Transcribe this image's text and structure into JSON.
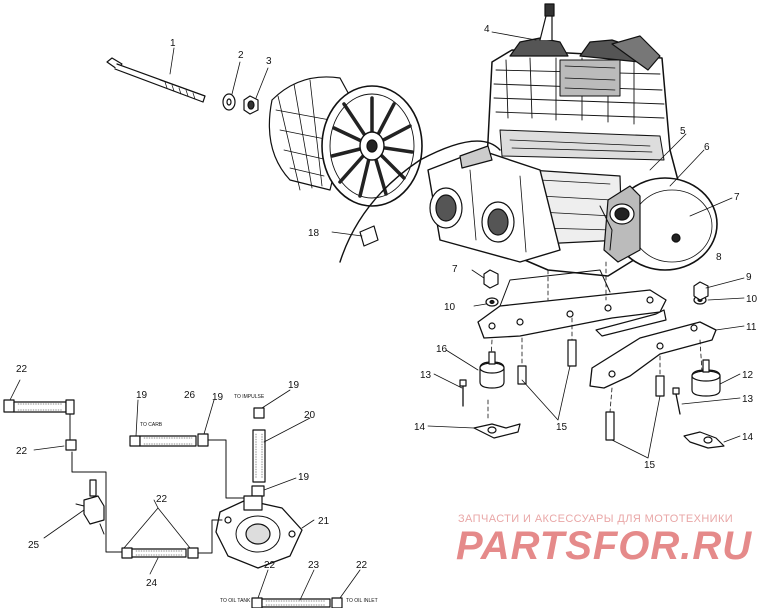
{
  "callouts": [
    {
      "id": "1",
      "label": "1"
    },
    {
      "id": "2",
      "label": "2"
    },
    {
      "id": "3",
      "label": "3"
    },
    {
      "id": "4",
      "label": "4"
    },
    {
      "id": "5",
      "label": "5"
    },
    {
      "id": "6",
      "label": "6"
    },
    {
      "id": "7",
      "label": "7"
    },
    {
      "id": "7b",
      "label": "7"
    },
    {
      "id": "8",
      "label": "8"
    },
    {
      "id": "9",
      "label": "9"
    },
    {
      "id": "10a",
      "label": "10"
    },
    {
      "id": "10b",
      "label": "10"
    },
    {
      "id": "11",
      "label": "11"
    },
    {
      "id": "12",
      "label": "12"
    },
    {
      "id": "13a",
      "label": "13"
    },
    {
      "id": "13b",
      "label": "13"
    },
    {
      "id": "14a",
      "label": "14"
    },
    {
      "id": "14b",
      "label": "14"
    },
    {
      "id": "15a",
      "label": "15"
    },
    {
      "id": "15b",
      "label": "15"
    },
    {
      "id": "16",
      "label": "16"
    },
    {
      "id": "18",
      "label": "18"
    },
    {
      "id": "19a",
      "label": "19"
    },
    {
      "id": "19b",
      "label": "19"
    },
    {
      "id": "19c",
      "label": "19"
    },
    {
      "id": "19d",
      "label": "19"
    },
    {
      "id": "20",
      "label": "20"
    },
    {
      "id": "21",
      "label": "21"
    },
    {
      "id": "22a",
      "label": "22"
    },
    {
      "id": "22b",
      "label": "22"
    },
    {
      "id": "22c",
      "label": "22"
    },
    {
      "id": "22d",
      "label": "22"
    },
    {
      "id": "22e",
      "label": "22"
    },
    {
      "id": "23",
      "label": "23"
    },
    {
      "id": "24",
      "label": "24"
    },
    {
      "id": "25",
      "label": "25"
    },
    {
      "id": "26",
      "label": "26"
    }
  ],
  "hose_labels": {
    "to_carb": "TO CARB",
    "to_impulse": "TO IMPULSE",
    "to_oil_tank": "TO OIL TANK",
    "to_oil_inlet": "TO OIL INLET"
  },
  "watermark": {
    "tagline": "ЗАПЧАСТИ И АКСЕССУАРЫ ДЛЯ МОТОТЕХНИКИ",
    "brand": "PARTSFOR.RU",
    "color": "#e58a8a"
  }
}
